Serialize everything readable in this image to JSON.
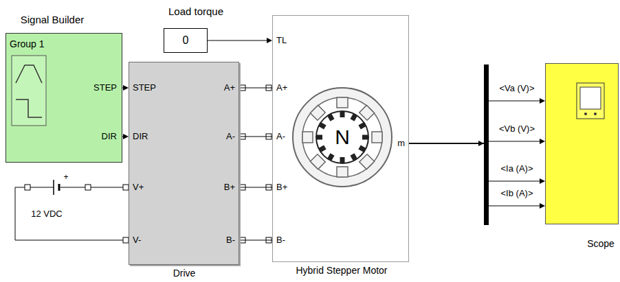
{
  "diagram": {
    "nodes": [
      {
        "text": [
          "Load torque",
          "0"
        ]
      },
      {
        "text": [
          "Signal Builder",
          "Group 1",
          "STEP",
          "DIR"
        ]
      },
      {
        "text": [
          "STEP",
          "DIR",
          "V+",
          "V-",
          "A+",
          "A-",
          "B+",
          "B-",
          "Drive"
        ]
      },
      {
        "text": [
          "TL",
          "A+",
          "A-",
          "B+",
          "B-",
          "N",
          "m",
          "Hybrid Stepper Motor"
        ]
      },
      {
        "text": [
          "Scope"
        ]
      }
    ],
    "edges": [
      {
        "from": 0,
        "to": 3,
        "arrow": "to"
      },
      {
        "from": 1,
        "to": 2,
        "arrow": "to"
      },
      {
        "from": 1,
        "to": 2,
        "arrow": "to"
      },
      {
        "from": 2,
        "to": 3,
        "arrow": "none"
      },
      {
        "from": 2,
        "to": 3,
        "arrow": "none"
      },
      {
        "from": 2,
        "to": 3,
        "arrow": "none"
      },
      {
        "from": 2,
        "to": 3,
        "arrow": "none"
      },
      {
        "from": 3,
        "to": 4,
        "arrow": "to",
        "label": "<Va (V)>"
      },
      {
        "from": 3,
        "to": 4,
        "arrow": "to",
        "label": "<Vb (V)>"
      },
      {
        "from": 3,
        "to": 4,
        "arrow": "to",
        "label": "<Ia (A)>"
      },
      {
        "from": 3,
        "to": 4,
        "arrow": "to",
        "label": "<Ib (A)>"
      }
    ],
    "labels": [
      "12 VDC",
      "+"
    ]
  }
}
